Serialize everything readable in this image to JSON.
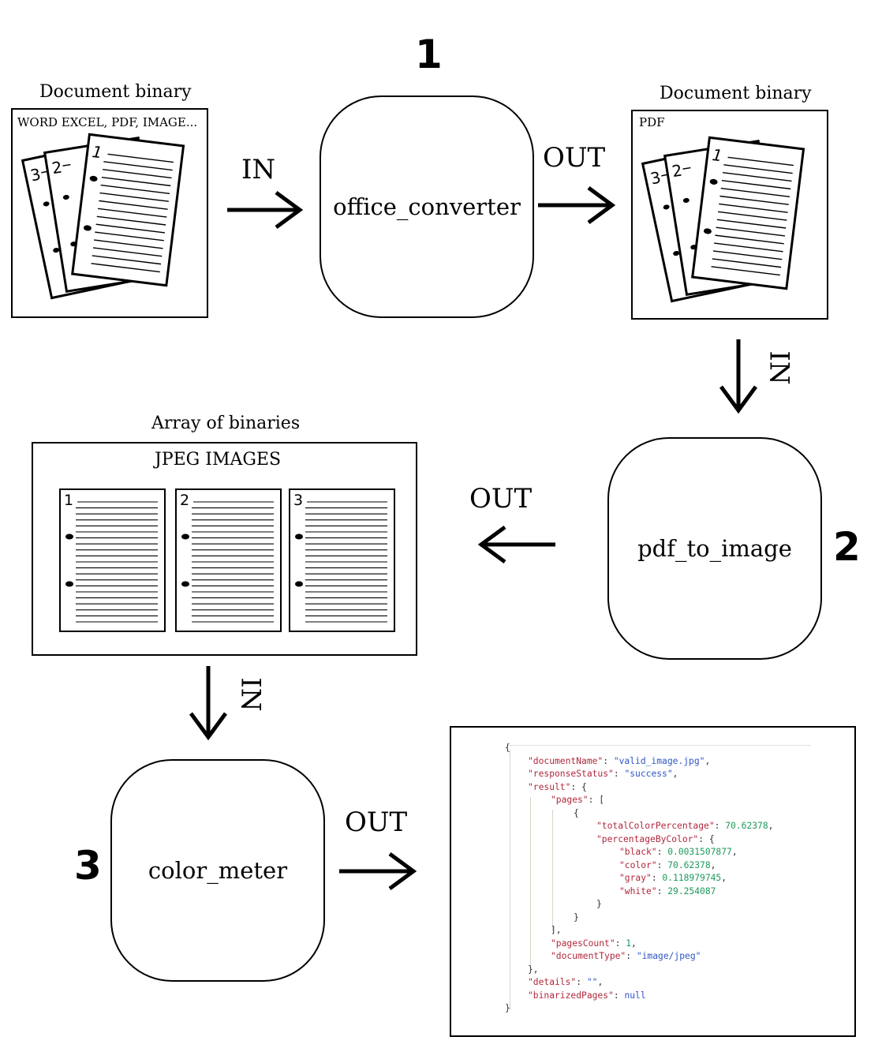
{
  "steps": [
    {
      "number": "1",
      "service": "office_converter"
    },
    {
      "number": "2",
      "service": "pdf_to_image"
    },
    {
      "number": "3",
      "service": "color_meter"
    }
  ],
  "labels": {
    "in": "IN",
    "out": "OUT"
  },
  "input_doc": {
    "caption": "Document binary",
    "types": "WORD EXCEL, PDF, IMAGE...",
    "page_numbers": [
      "3",
      "2",
      "1"
    ]
  },
  "pdf_doc": {
    "caption": "Document binary",
    "types": "PDF",
    "page_numbers": [
      "3",
      "2",
      "1"
    ]
  },
  "images": {
    "caption": "Array of binaries",
    "title": "JPEG IMAGES",
    "page_numbers": [
      "1",
      "2",
      "3"
    ]
  },
  "json_output": {
    "lines": [
      [
        {
          "t": "p",
          "v": "{"
        }
      ],
      [
        {
          "t": "k",
          "v": "\"documentName\""
        },
        {
          "t": "p",
          "v": ": "
        },
        {
          "t": "s",
          "v": "\"valid_image.jpg\""
        },
        {
          "t": "p",
          "v": ","
        }
      ],
      [
        {
          "t": "k",
          "v": "\"responseStatus\""
        },
        {
          "t": "p",
          "v": ": "
        },
        {
          "t": "s",
          "v": "\"success\""
        },
        {
          "t": "p",
          "v": ","
        }
      ],
      [
        {
          "t": "k",
          "v": "\"result\""
        },
        {
          "t": "p",
          "v": ": {"
        }
      ],
      [
        {
          "t": "k",
          "v": "\"pages\""
        },
        {
          "t": "p",
          "v": ": ["
        }
      ],
      [
        {
          "t": "p",
          "v": "{"
        }
      ],
      [
        {
          "t": "k",
          "v": "\"totalColorPercentage\""
        },
        {
          "t": "p",
          "v": ": "
        },
        {
          "t": "n",
          "v": "70.62378"
        },
        {
          "t": "p",
          "v": ","
        }
      ],
      [
        {
          "t": "k",
          "v": "\"percentageByColor\""
        },
        {
          "t": "p",
          "v": ": {"
        }
      ],
      [
        {
          "t": "k",
          "v": "\"black\""
        },
        {
          "t": "p",
          "v": ": "
        },
        {
          "t": "n",
          "v": "0.0031507877"
        },
        {
          "t": "p",
          "v": ","
        }
      ],
      [
        {
          "t": "k",
          "v": "\"color\""
        },
        {
          "t": "p",
          "v": ": "
        },
        {
          "t": "n",
          "v": "70.62378"
        },
        {
          "t": "p",
          "v": ","
        }
      ],
      [
        {
          "t": "k",
          "v": "\"gray\""
        },
        {
          "t": "p",
          "v": ": "
        },
        {
          "t": "n",
          "v": "0.118979745"
        },
        {
          "t": "p",
          "v": ","
        }
      ],
      [
        {
          "t": "k",
          "v": "\"white\""
        },
        {
          "t": "p",
          "v": ": "
        },
        {
          "t": "n",
          "v": "29.254087"
        }
      ],
      [
        {
          "t": "p",
          "v": "}"
        }
      ],
      [
        {
          "t": "p",
          "v": "}"
        }
      ],
      [
        {
          "t": "p",
          "v": "],"
        }
      ],
      [
        {
          "t": "k",
          "v": "\"pagesCount\""
        },
        {
          "t": "p",
          "v": ": "
        },
        {
          "t": "n",
          "v": "1"
        },
        {
          "t": "p",
          "v": ","
        }
      ],
      [
        {
          "t": "k",
          "v": "\"documentType\""
        },
        {
          "t": "p",
          "v": ": "
        },
        {
          "t": "s",
          "v": "\"image/jpeg\""
        }
      ],
      [
        {
          "t": "p",
          "v": "},"
        }
      ],
      [
        {
          "t": "k",
          "v": "\"details\""
        },
        {
          "t": "p",
          "v": ": "
        },
        {
          "t": "s",
          "v": "\"\""
        },
        {
          "t": "p",
          "v": ","
        }
      ],
      [
        {
          "t": "k",
          "v": "\"binarizedPages\""
        },
        {
          "t": "p",
          "v": ": "
        },
        {
          "t": "null",
          "v": "null"
        }
      ],
      [
        {
          "t": "p",
          "v": "}"
        }
      ]
    ],
    "indents": [
      0,
      1,
      1,
      1,
      2,
      3,
      4,
      4,
      5,
      5,
      5,
      5,
      4,
      3,
      2,
      2,
      2,
      1,
      1,
      1,
      0
    ]
  }
}
